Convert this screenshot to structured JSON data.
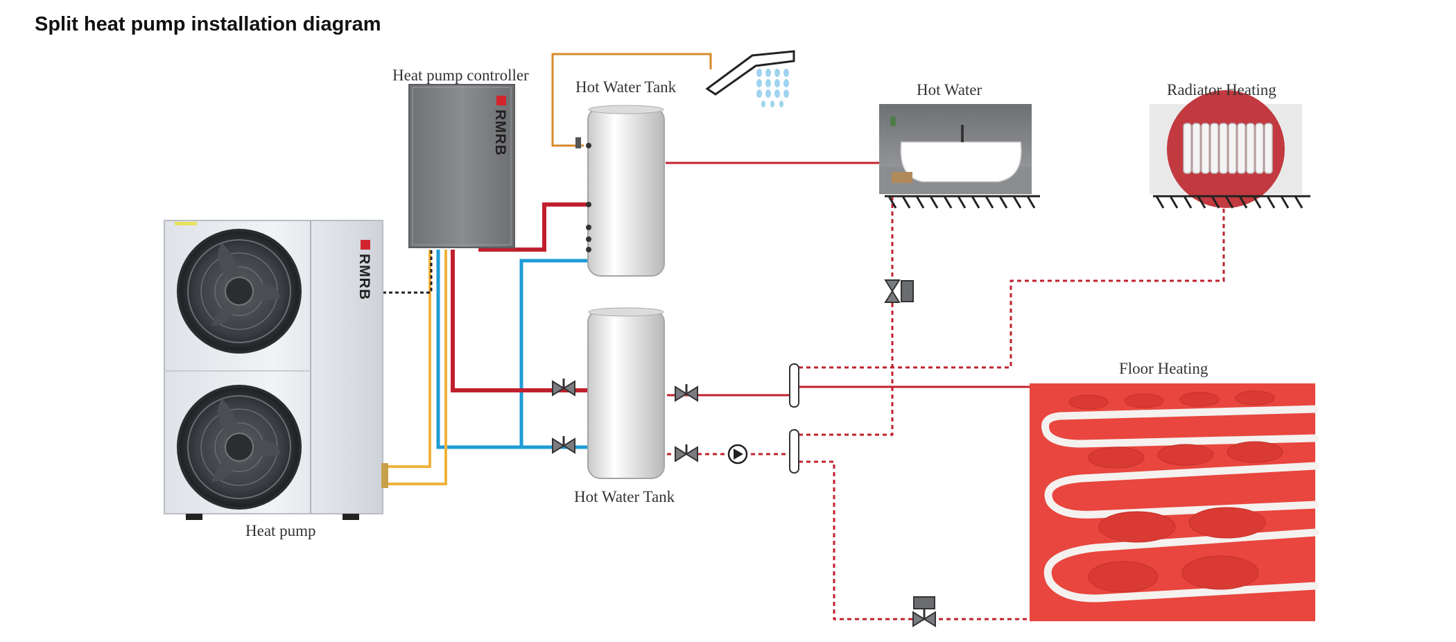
{
  "title": "Split heat pump installation diagram",
  "labels": {
    "heat_pump": "Heat pump",
    "controller": "Heat pump controller",
    "tank_top": "Hot Water Tank",
    "tank_bottom": "Hot Water Tank",
    "hot_water": "Hot Water",
    "radiator": "Radiator Heating",
    "floor": "Floor Heating"
  },
  "brand": "RMRB",
  "colors": {
    "hot_pipe": "#c0202e",
    "cold_pipe": "#1e9bd7",
    "refrigerant_pipe": "#f0b23a",
    "shower_pipe": "#d68a2a",
    "floor_panel": "#e8463e"
  }
}
